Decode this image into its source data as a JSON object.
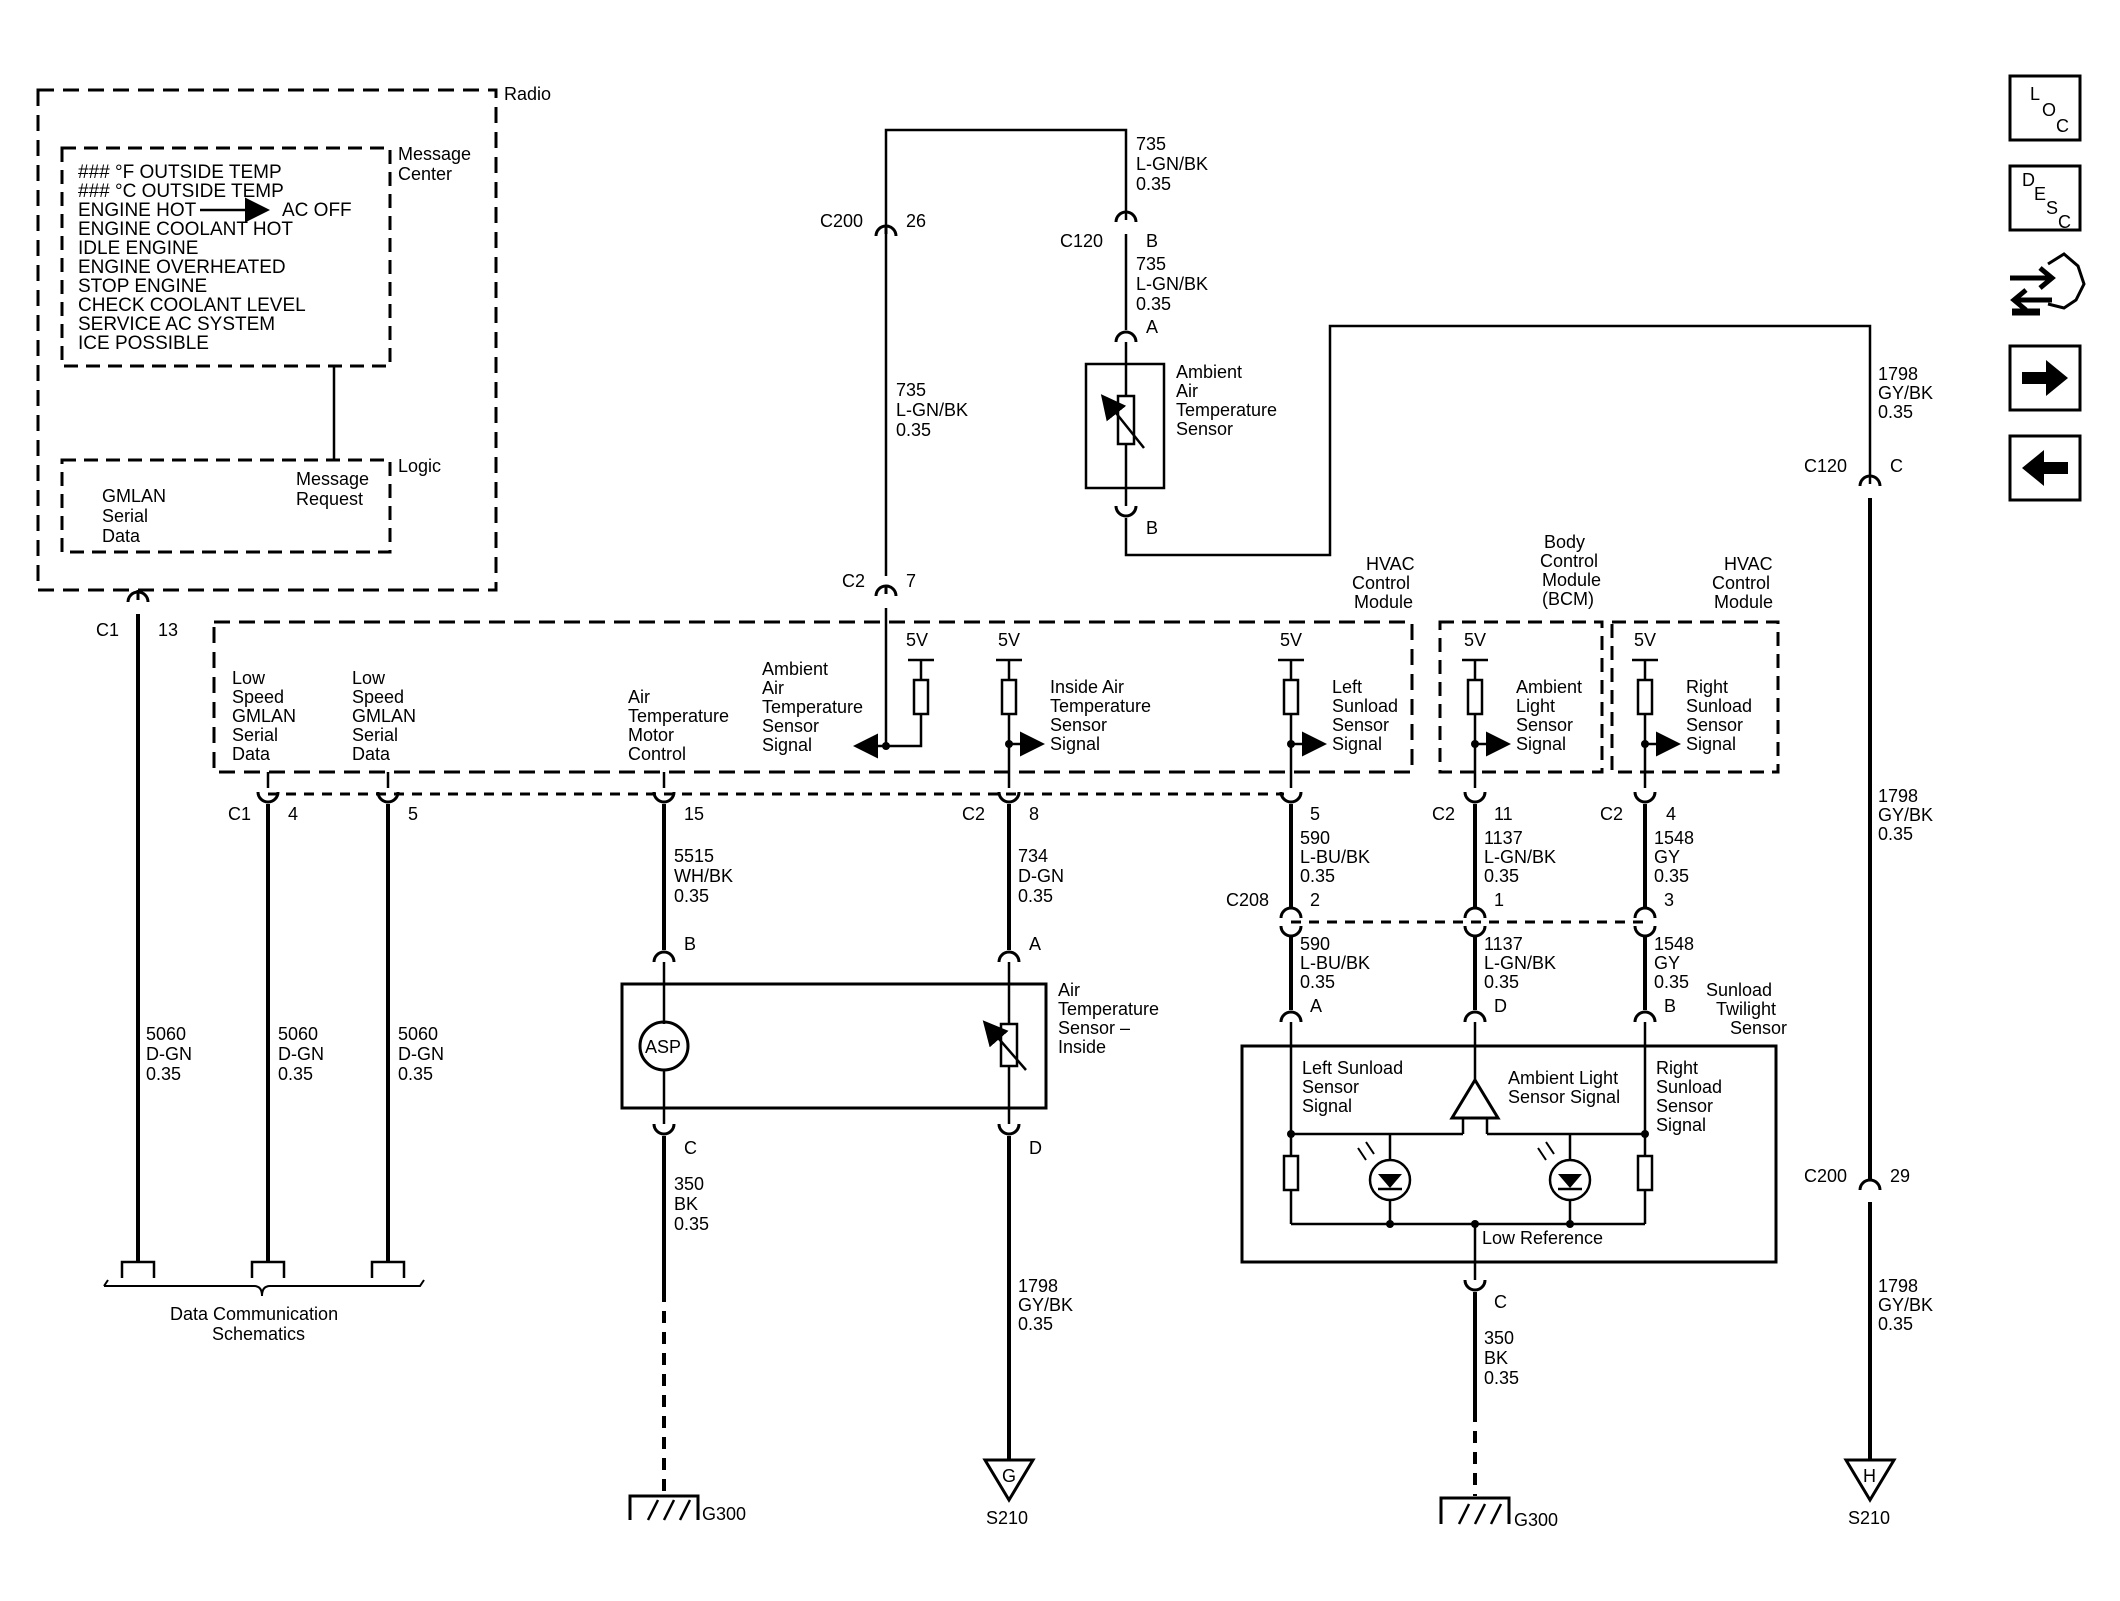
{
  "radio": {
    "title": "Radio",
    "message_center": {
      "title": [
        "Message",
        "Center"
      ]
    },
    "messages": [
      "### °F OUTSIDE TEMP",
      "### °C  OUTSIDE TEMP",
      "ENGINE HOT",
      "AC OFF",
      "ENGINE COOLANT HOT",
      "IDLE ENGINE",
      "ENGINE OVERHEATED",
      "STOP ENGINE",
      "CHECK COOLANT LEVEL",
      "SERVICE AC SYSTEM",
      "ICE POSSIBLE"
    ],
    "logic": {
      "title": "Logic",
      "gmlan": [
        "GMLAN",
        "Serial",
        "Data"
      ],
      "message_request": [
        "Message",
        "Request"
      ]
    }
  },
  "connectors": {
    "c1": "C1",
    "c2": "C2",
    "c120": "C120",
    "c200": "C200",
    "c208": "C208",
    "pins": {
      "p13": "13",
      "p4": "4",
      "p5": "5",
      "p15": "15",
      "p8": "8",
      "p11": "11",
      "p26": "26",
      "p7": "7",
      "p2": "2",
      "p1": "1",
      "p3": "3",
      "p29": "29",
      "pA": "A",
      "pB": "B",
      "pC": "C",
      "pD": "D"
    }
  },
  "wires": {
    "w735": [
      "735",
      "L-GN/BK",
      "0.35"
    ],
    "w1798": [
      "1798",
      "GY/BK",
      "0.35"
    ],
    "w5060": [
      "5060",
      "D-GN",
      "0.35"
    ],
    "w5515": [
      "5515",
      "WH/BK",
      "0.35"
    ],
    "w734": [
      "734",
      "D-GN",
      "0.35"
    ],
    "w590": [
      "590",
      "L-BU/BK",
      "0.35"
    ],
    "w1137": [
      "1137",
      "L-GN/BK",
      "0.35"
    ],
    "w1548": [
      "1548",
      "GY",
      "0.35"
    ],
    "w350": [
      "350",
      "BK",
      "0.35"
    ]
  },
  "modules": {
    "hvac": [
      "HVAC",
      "Control",
      "Module"
    ],
    "bcm": [
      "Body",
      "Control",
      "Module",
      "(BCM)"
    ],
    "v5": "5V"
  },
  "signals": {
    "low_speed": [
      "Low",
      "Speed",
      "GMLAN",
      "Serial",
      "Data"
    ],
    "air_temp_motor": [
      "Air",
      "Temperature",
      "Motor",
      "Control"
    ],
    "ambient_air": [
      "Ambient",
      "Air",
      "Temperature",
      "Sensor",
      "Signal"
    ],
    "inside_air": [
      "Inside Air",
      "Temperature",
      "Sensor",
      "Signal"
    ],
    "left_sunload": [
      "Left",
      "Sunload",
      "Sensor",
      "Signal"
    ],
    "ambient_light": [
      "Ambient",
      "Light",
      "Sensor",
      "Signal"
    ],
    "right_sunload": [
      "Right",
      "Sunload",
      "Sensor",
      "Signal"
    ]
  },
  "components": {
    "ambient_sensor": [
      "Ambient",
      "Air",
      "Temperature",
      "Sensor"
    ],
    "inside_sensor": [
      "Air",
      "Temperature",
      "Sensor –",
      "Inside"
    ],
    "asp": "ASP",
    "twilight": [
      "Sunload",
      "Twilight",
      "Sensor"
    ],
    "tw_left": [
      "Left Sunload",
      "Sensor",
      "Signal"
    ],
    "tw_ambient": [
      "Ambient Light",
      "Sensor Signal"
    ],
    "tw_right": [
      "Right",
      "Sunload",
      "Sensor",
      "Signal"
    ],
    "low_reference": "Low Reference"
  },
  "grounds": {
    "g300": "G300",
    "s210": "S210",
    "g": "G",
    "h": "H"
  },
  "data_comm": [
    "Data Communication",
    "Schematics"
  ],
  "nav": {
    "loc": [
      "L",
      "O",
      "C"
    ],
    "desc": [
      "D",
      "E",
      "S",
      "C"
    ]
  }
}
